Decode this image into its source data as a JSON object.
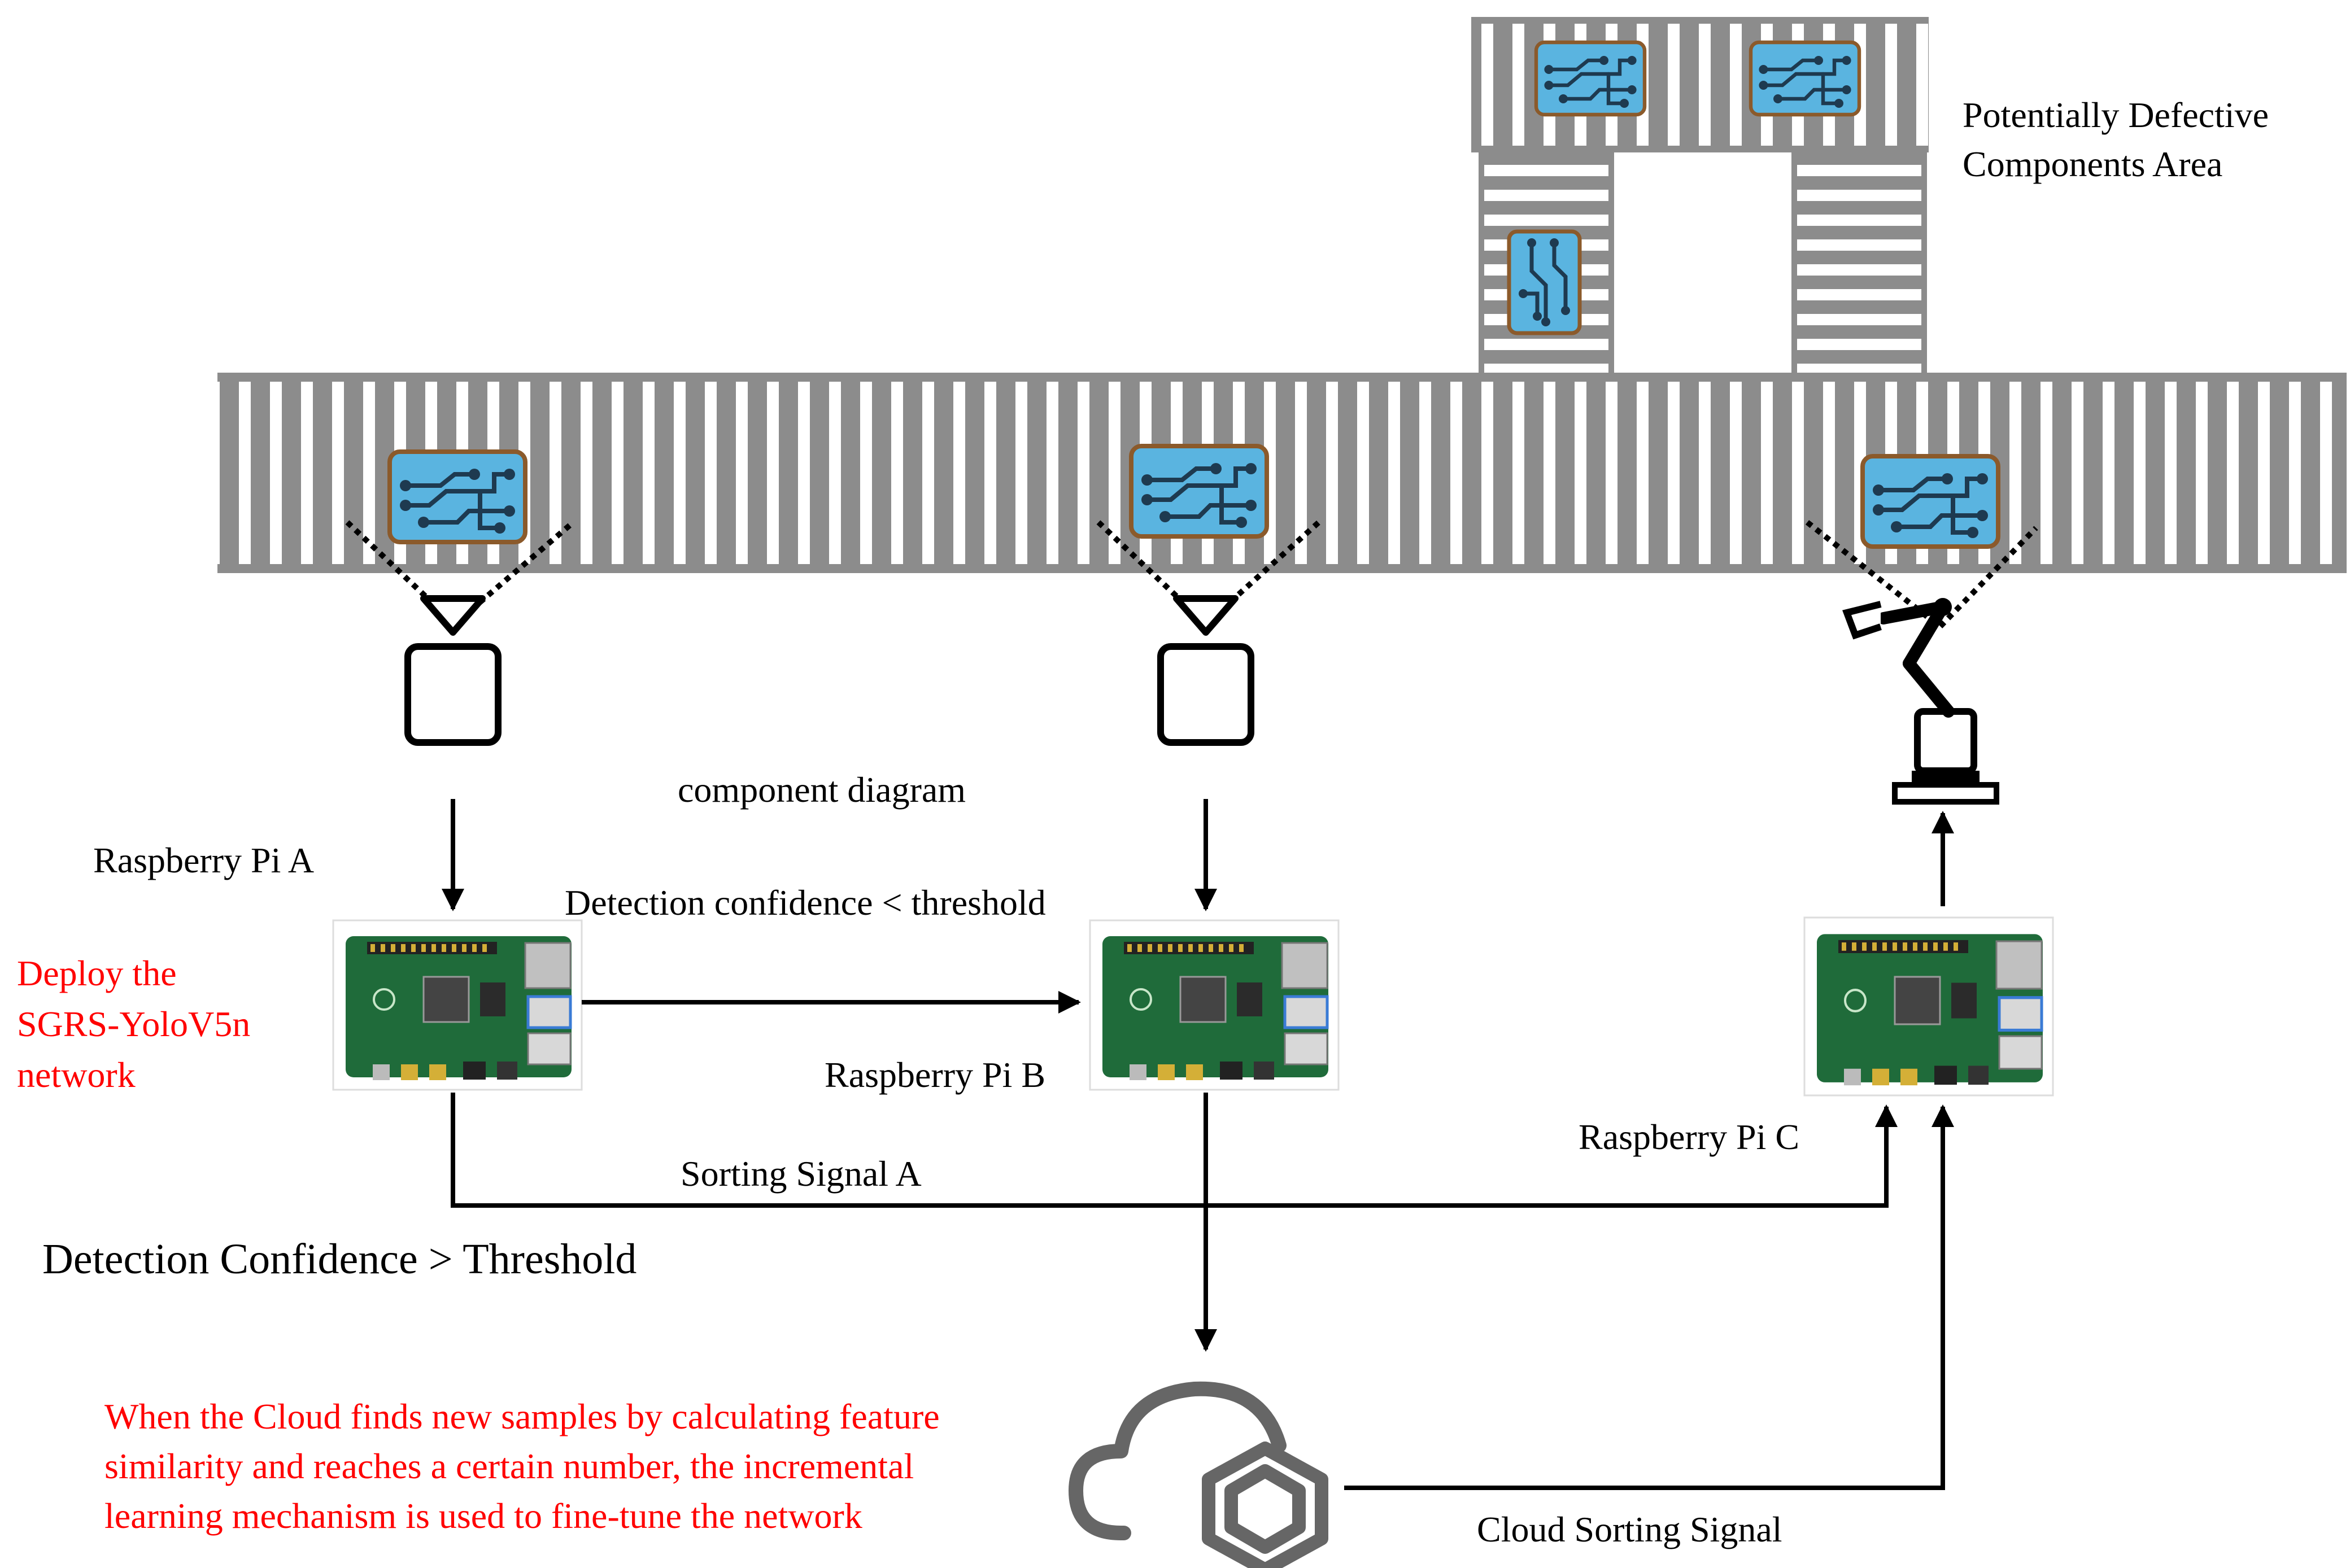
{
  "labels": {
    "defective_area_line1": "Potentially Defective",
    "defective_area_line2": "Components Area",
    "component_diagram": "component diagram",
    "pi_a": "Raspberry Pi A",
    "pi_b": "Raspberry Pi B",
    "pi_c": "Raspberry Pi C",
    "confidence_low": "Detection confidence <  threshold",
    "sorting_signal_a": "Sorting Signal A",
    "confidence_high": "Detection Confidence > Threshold",
    "cloud_signal": "Cloud Sorting Signal"
  },
  "notes": {
    "deploy_line1": "Deploy the",
    "deploy_line2": "SGRS-YoloV5n",
    "deploy_line3": "network",
    "cloud_line1": "When the Cloud finds new samples by calculating feature",
    "cloud_line2": "similarity and reaches a certain number, the incremental",
    "cloud_line3": "learning mechanism is used to fine-tune the network"
  },
  "colors": {
    "belt": "#8c8c8c",
    "pcb_fill": "#5ab4e0",
    "pcb_border": "#8b5a2b",
    "board": "#1f6b3a",
    "note_red": "#ff0000",
    "cloud_gray": "#666666"
  },
  "icons": [
    "pcb-icon",
    "camera-icon",
    "robot-arm-icon",
    "raspberry-pi-board-icon",
    "cloud-icon"
  ]
}
